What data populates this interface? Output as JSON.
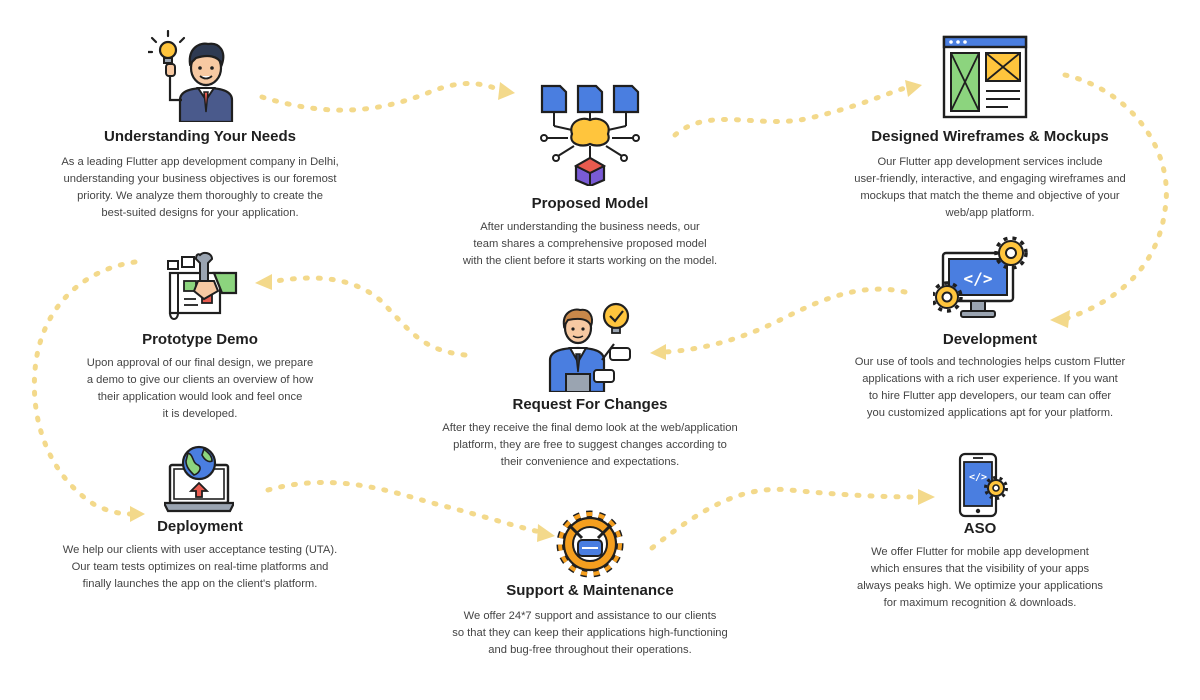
{
  "colors": {
    "path": "#f3d98b",
    "ink": "#1f1f1f",
    "text": "#444444",
    "accent_blue": "#4a7ee0",
    "accent_yellow": "#ffc53d",
    "accent_green": "#8cd47e",
    "accent_purple": "#7a5bd6",
    "accent_orange": "#f59f1f"
  },
  "steps": [
    {
      "icon": "idea-person-icon",
      "title": "Understanding Your Needs",
      "desc": [
        "As a leading Flutter app development company in Delhi,",
        "understanding your business objectives is our foremost",
        "priority. We analyze them thoroughly to create the",
        "best-suited designs for your application."
      ]
    },
    {
      "icon": "ai-model-icon",
      "title": "Proposed Model",
      "desc": [
        "After understanding the business needs, our",
        "team shares a comprehensive proposed model",
        "with the client before it starts working on the model."
      ]
    },
    {
      "icon": "wireframe-icon",
      "title": "Designed Wireframes & Mockups",
      "desc": [
        "Our Flutter app development services include",
        "user-friendly, interactive, and engaging wireframes and",
        "mockups that match the theme and objective of your",
        "web/app platform."
      ]
    },
    {
      "icon": "prototype-icon",
      "title": "Prototype Demo",
      "desc": [
        "Upon approval of our final design, we prepare",
        "a demo to give our clients an overview of how",
        "their application would look and feel once",
        "it is developed."
      ]
    },
    {
      "icon": "feedback-person-icon",
      "title": "Request For Changes",
      "desc": [
        "After they receive the final demo look at the web/application",
        "platform, they are free to suggest changes according to",
        "their convenience and expectations."
      ]
    },
    {
      "icon": "code-monitor-icon",
      "title": "Development",
      "desc": [
        "Our use of tools and technologies helps custom Flutter",
        "applications with a rich user experience. If you want",
        "to hire Flutter app developers, our team can offer",
        "you customized applications apt for your platform."
      ]
    },
    {
      "icon": "deploy-laptop-icon",
      "title": "Deployment",
      "desc": [
        "We help our clients with user acceptance testing (UTA).",
        "Our team tests optimizes on real-time platforms and",
        "finally launches the app on the client's platform."
      ]
    },
    {
      "icon": "support-gear-icon",
      "title": "Support & Maintenance",
      "desc": [
        "We offer 24*7 support and assistance to our clients",
        "so that they can keep their applications high-functioning",
        "and bug-free throughout their operations."
      ]
    },
    {
      "icon": "mobile-settings-icon",
      "title": "ASO",
      "desc": [
        "We offer Flutter for mobile app development",
        "which ensures that the visibility of your apps",
        "always peaks high. We optimize your applications",
        "for maximum recognition & downloads."
      ]
    }
  ]
}
